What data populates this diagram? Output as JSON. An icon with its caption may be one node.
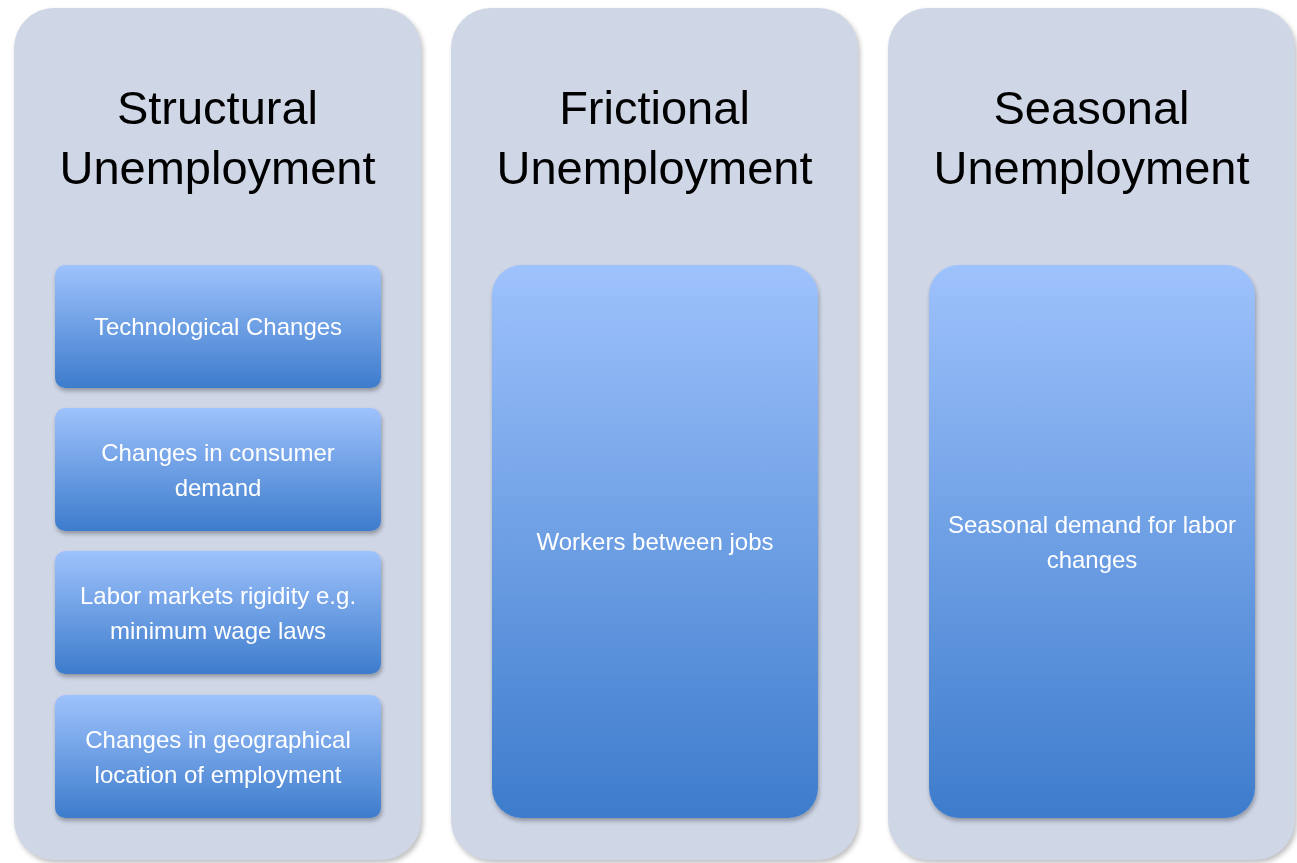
{
  "diagram": {
    "nodes": [
      {
        "text": [
          "Structural Unemployment"
        ]
      },
      {
        "text": [
          "Technological Changes"
        ],
        "in": 0
      },
      {
        "text": [
          "Changes in consumer demand"
        ],
        "in": 0
      },
      {
        "text": [
          "Labor markets rigidity e.g. minimum wage laws"
        ],
        "in": 0
      },
      {
        "text": [
          "Changes in geographical location of employment"
        ],
        "in": 0
      },
      {
        "text": [
          "Frictional Unemployment"
        ]
      },
      {
        "text": [
          "Workers between jobs"
        ],
        "in": 5
      },
      {
        "text": [
          "Seasonal Unemployment"
        ]
      },
      {
        "text": [
          "Seasonal demand for labor changes"
        ],
        "in": 7
      }
    ]
  }
}
